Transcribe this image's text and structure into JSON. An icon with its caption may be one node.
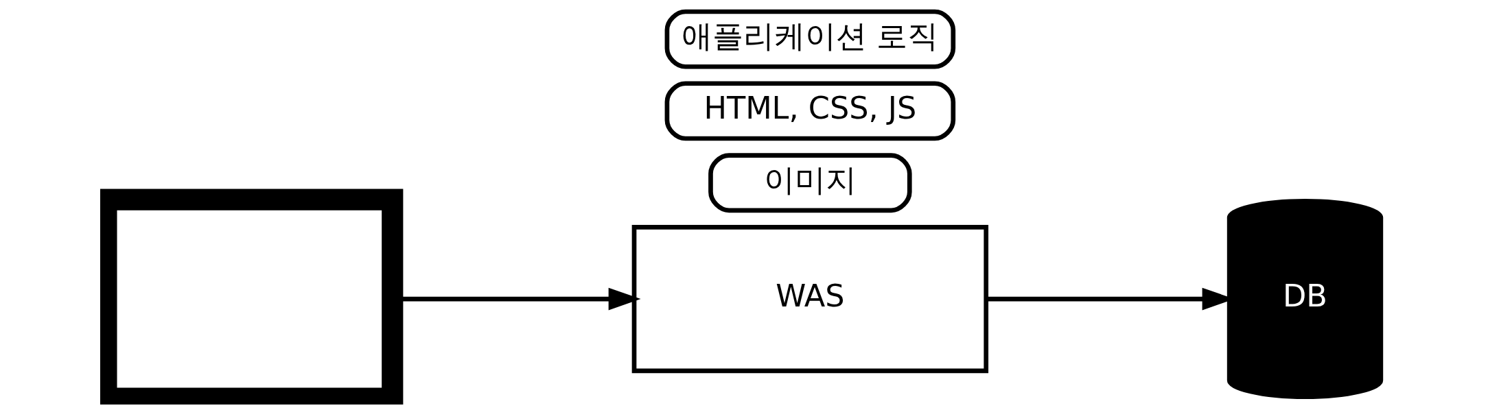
{
  "diagram": {
    "nodes": [
      {
        "text": [],
        "shape": "box"
      },
      {
        "text": [
          "애플리케이션 로직"
        ]
      },
      {
        "text": [
          "WAS"
        ]
      },
      {
        "text": [
          "HTML, CSS, JS"
        ]
      },
      {
        "text": [
          "이미지"
        ]
      },
      {
        "text": [
          "DB"
        ]
      }
    ],
    "edges": [
      {
        "from": 0,
        "to": 2,
        "arrow": "to"
      },
      {
        "from": 2,
        "to": 5,
        "arrow": "to"
      }
    ]
  }
}
